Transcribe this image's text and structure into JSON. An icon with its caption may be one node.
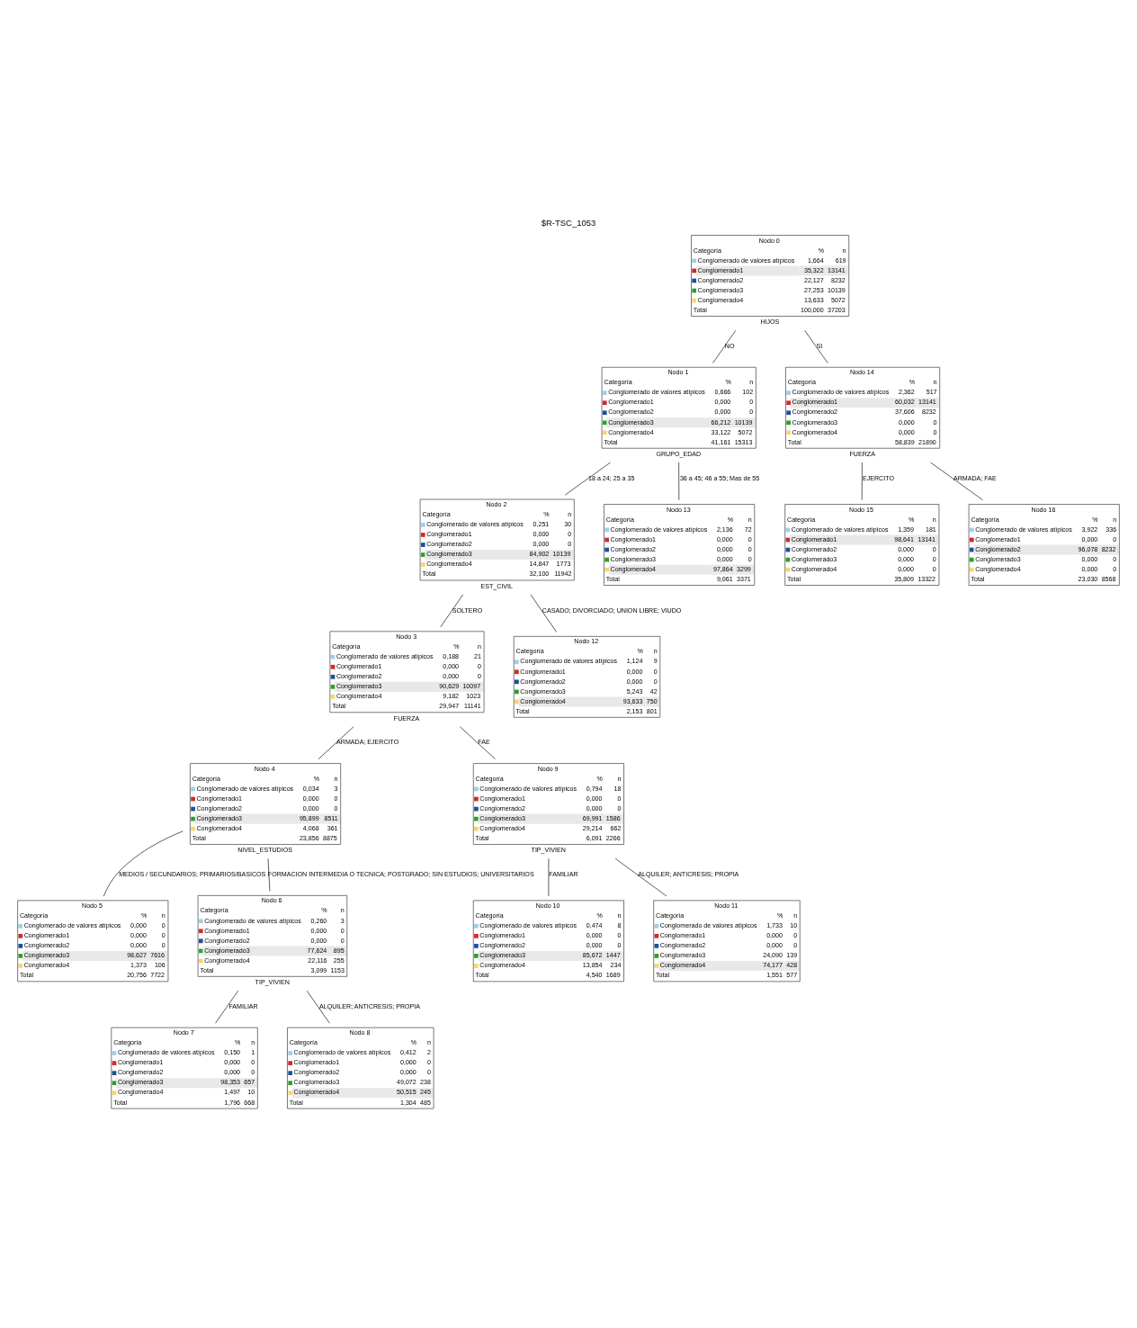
{
  "diagram": {
    "title": "$R-TSC_1053",
    "nodes": [
      {
        "text": [
          "Nodo 0",
          "Categoría",
          "%",
          "n",
          "Conglomerado de valores atípicos",
          "1,664",
          "619",
          "Conglomerado1",
          "35,322",
          "13141",
          "Conglomerado2",
          "22,127",
          "8232",
          "Conglomerado3",
          "27,253",
          "10139",
          "Conglomerado4",
          "13,633",
          "5072",
          "Total",
          "100,000",
          "37203"
        ],
        "beside": [
          "HIJOS"
        ]
      },
      {
        "text": [
          "Nodo 1",
          "Categoría",
          "%",
          "n",
          "Conglomerado de valores atípicos",
          "0,666",
          "102",
          "Conglomerado1",
          "0,000",
          "0",
          "Conglomerado2",
          "0,000",
          "0",
          "Conglomerado3",
          "66,212",
          "10139",
          "Conglomerado4",
          "33,122",
          "5072",
          "Total",
          "41,161",
          "15313"
        ],
        "beside": [
          "GRUPO_EDAD"
        ]
      },
      {
        "text": [
          "Nodo 14",
          "Categoría",
          "%",
          "n",
          "Conglomerado de valores atípicos",
          "2,362",
          "517",
          "Conglomerado1",
          "60,032",
          "13141",
          "Conglomerado2",
          "37,606",
          "8232",
          "Conglomerado3",
          "0,000",
          "0",
          "Conglomerado4",
          "0,000",
          "0",
          "Total",
          "58,839",
          "21890"
        ],
        "beside": [
          "FUERZA"
        ]
      },
      {
        "text": [
          "Nodo 2",
          "Categoría",
          "%",
          "n",
          "Conglomerado de valores atípicos",
          "0,251",
          "30",
          "Conglomerado1",
          "0,000",
          "0",
          "Conglomerado2",
          "0,000",
          "0",
          "Conglomerado3",
          "84,902",
          "10139",
          "Conglomerado4",
          "14,847",
          "1773",
          "Total",
          "32,100",
          "11942"
        ],
        "beside": [
          "EST_CIVIL"
        ]
      },
      {
        "text": [
          "Nodo 13",
          "Categoría",
          "%",
          "n",
          "Conglomerado de valores atípicos",
          "2,136",
          "72",
          "Conglomerado1",
          "0,000",
          "0",
          "Conglomerado2",
          "0,000",
          "0",
          "Conglomerado3",
          "0,000",
          "0",
          "Conglomerado4",
          "97,864",
          "3299",
          "Total",
          "9,061",
          "3371"
        ]
      },
      {
        "text": [
          "Nodo 15",
          "Categoría",
          "%",
          "n",
          "Conglomerado de valores atípicos",
          "1,359",
          "181",
          "Conglomerado1",
          "98,641",
          "13141",
          "Conglomerado2",
          "0,000",
          "0",
          "Conglomerado3",
          "0,000",
          "0",
          "Conglomerado4",
          "0,000",
          "0",
          "Total",
          "35,809",
          "13322"
        ]
      },
      {
        "text": [
          "Nodo 16",
          "Categoría",
          "%",
          "n",
          "Conglomerado de valores atípicos",
          "3,922",
          "336",
          "Conglomerado1",
          "0,000",
          "0",
          "Conglomerado2",
          "96,078",
          "8232",
          "Conglomerado3",
          "0,000",
          "0",
          "Conglomerado4",
          "0,000",
          "0",
          "Total",
          "23,030",
          "8568"
        ]
      },
      {
        "text": [
          "Nodo 3",
          "Categoría",
          "%",
          "n",
          "Conglomerado de valores atípicos",
          "0,188",
          "21",
          "Conglomerado1",
          "0,000",
          "0",
          "Conglomerado2",
          "0,000",
          "0",
          "Conglomerado3",
          "90,629",
          "10097",
          "Conglomerado4",
          "9,182",
          "1023",
          "Total",
          "29,947",
          "11141"
        ],
        "beside": [
          "FUERZA"
        ]
      },
      {
        "text": [
          "Nodo 12",
          "Categoría",
          "%",
          "n",
          "Conglomerado de valores atípicos",
          "1,124",
          "9",
          "Conglomerado1",
          "0,000",
          "0",
          "Conglomerado2",
          "0,000",
          "0",
          "Conglomerado3",
          "5,243",
          "42",
          "Conglomerado4",
          "93,633",
          "750",
          "Total",
          "2,153",
          "801"
        ]
      },
      {
        "text": [
          "Nodo 4",
          "Categoría",
          "%",
          "n",
          "Conglomerado de valores atípicos",
          "0,034",
          "3",
          "Conglomerado1",
          "0,000",
          "0",
          "Conglomerado2",
          "0,000",
          "0",
          "Conglomerado3",
          "95,899",
          "8511",
          "Conglomerado4",
          "4,068",
          "361",
          "Total",
          "23,856",
          "8875"
        ],
        "beside": [
          "NIVEL_ESTUDIOS"
        ]
      },
      {
        "text": [
          "Nodo 9",
          "Categoría",
          "%",
          "n",
          "Conglomerado de valores atípicos",
          "0,794",
          "18",
          "Conglomerado1",
          "0,000",
          "0",
          "Conglomerado2",
          "0,000",
          "0",
          "Conglomerado3",
          "69,991",
          "1586",
          "Conglomerado4",
          "29,214",
          "662",
          "Total",
          "6,091",
          "2266"
        ],
        "beside": [
          "TIP_VIVIEN"
        ]
      },
      {
        "text": [
          "Nodo 5",
          "Categoría",
          "%",
          "n",
          "Conglomerado de valores atípicos",
          "0,000",
          "0",
          "Conglomerado1",
          "0,000",
          "0",
          "Conglomerado2",
          "0,000",
          "0",
          "Conglomerado3",
          "98,627",
          "7616",
          "Conglomerado4",
          "1,373",
          "106",
          "Total",
          "20,756",
          "7722"
        ]
      },
      {
        "text": [
          "Nodo 6",
          "Categoría",
          "%",
          "n",
          "Conglomerado de valores atípicos",
          "0,260",
          "3",
          "Conglomerado1",
          "0,000",
          "0",
          "Conglomerado2",
          "0,000",
          "0",
          "Conglomerado3",
          "77,624",
          "895",
          "Conglomerado4",
          "22,116",
          "255",
          "Total",
          "3,099",
          "1153"
        ],
        "beside": [
          "TIP_VIVIEN"
        ]
      },
      {
        "text": [
          "Nodo 10",
          "Categoría",
          "%",
          "n",
          "Conglomerado de valores atípicos",
          "0,474",
          "8",
          "Conglomerado1",
          "0,000",
          "0",
          "Conglomerado2",
          "0,000",
          "0",
          "Conglomerado3",
          "85,672",
          "1447",
          "Conglomerado4",
          "13,854",
          "234",
          "Total",
          "4,540",
          "1689"
        ]
      },
      {
        "text": [
          "Nodo 11",
          "Categoría",
          "%",
          "n",
          "Conglomerado de valores atípicos",
          "1,733",
          "10",
          "Conglomerado1",
          "0,000",
          "0",
          "Conglomerado2",
          "0,000",
          "0",
          "Conglomerado3",
          "24,090",
          "139",
          "Conglomerado4",
          "74,177",
          "428",
          "Total",
          "1,551",
          "577"
        ]
      },
      {
        "text": [
          "Nodo 7",
          "Categoría",
          "%",
          "n",
          "Conglomerado de valores atípicos",
          "0,150",
          "1",
          "Conglomerado1",
          "0,000",
          "0",
          "Conglomerado2",
          "0,000",
          "0",
          "Conglomerado3",
          "98,353",
          "657",
          "Conglomerado4",
          "1,497",
          "10",
          "Total",
          "1,796",
          "668"
        ]
      },
      {
        "text": [
          "Nodo 8",
          "Categoría",
          "%",
          "n",
          "Conglomerado de valores atípicos",
          "0,412",
          "2",
          "Conglomerado1",
          "0,000",
          "0",
          "Conglomerado2",
          "0,000",
          "0",
          "Conglomerado3",
          "49,072",
          "238",
          "Conglomerado4",
          "50,515",
          "245",
          "Total",
          "1,304",
          "485"
        ]
      }
    ],
    "edges": [
      {
        "from": 0,
        "to": 1,
        "arrow": "none",
        "label": "NO"
      },
      {
        "from": 0,
        "to": 2,
        "arrow": "none",
        "label": "SI"
      },
      {
        "from": 1,
        "to": 3,
        "arrow": "none",
        "label": "18 a 24; 25 a 35"
      },
      {
        "from": 1,
        "to": 4,
        "arrow": "none",
        "label": "36 a 45; 46 a 55; Mas de 55"
      },
      {
        "from": 2,
        "to": 5,
        "arrow": "none",
        "label": "EJERCITO"
      },
      {
        "from": 2,
        "to": 6,
        "arrow": "none",
        "label": "ARMADA; FAE"
      },
      {
        "from": 3,
        "to": 7,
        "arrow": "none",
        "label": "SOLTERO"
      },
      {
        "from": 3,
        "to": 8,
        "arrow": "none",
        "label": "CASADO; DIVORCIADO; UNION LIBRE; VIUDO"
      },
      {
        "from": 7,
        "to": 9,
        "arrow": "none",
        "label": "ARMADA; EJERCITO"
      },
      {
        "from": 7,
        "to": 10,
        "arrow": "none",
        "label": "FAE"
      },
      {
        "from": 9,
        "to": 11,
        "arrow": "none",
        "label": "MEDIOS / SECUNDARIOS; PRIMARIOS/BASICOS"
      },
      {
        "from": 9,
        "to": 12,
        "arrow": "none",
        "label": "FORMACION INTERMEDIA O TECNICA; POSTGRADO; SIN ESTUDIOS; UNIVERSITARIOS"
      },
      {
        "from": 10,
        "to": 13,
        "arrow": "none",
        "label": "FAMILIAR"
      },
      {
        "from": 10,
        "to": 14,
        "arrow": "none",
        "label": "ALQUILER; ANTICRESIS; PROPIA"
      },
      {
        "from": 12,
        "to": 15,
        "arrow": "none",
        "label": "FAMILIAR"
      },
      {
        "from": 12,
        "to": 16,
        "arrow": "none",
        "label": "ALQUILER; ANTICRESIS; PROPIA"
      }
    ]
  }
}
